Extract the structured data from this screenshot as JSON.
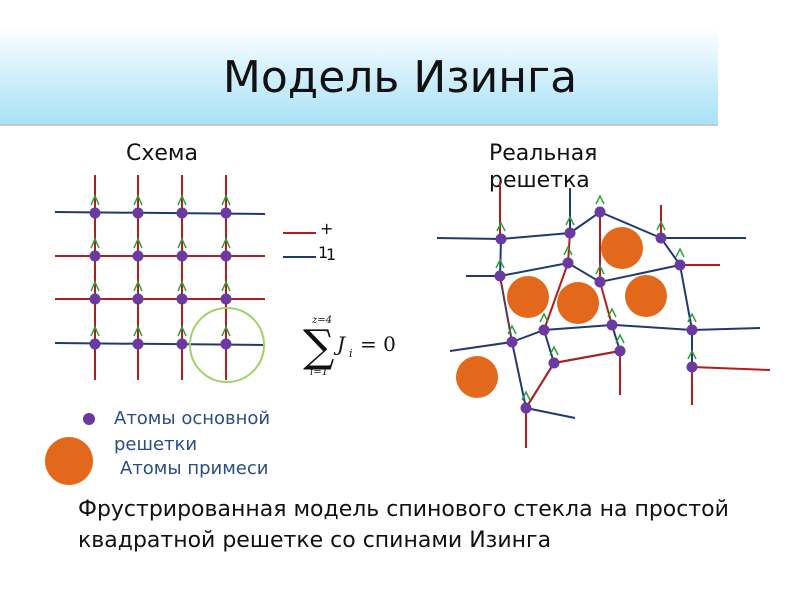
{
  "title": "Модель Изинга",
  "labels": {
    "schema": "Схема",
    "real": "Реальная решетка"
  },
  "spin_legend": {
    "plus": "+",
    "one_a": "1",
    "one_b": "1"
  },
  "formula": {
    "upper": "z=4",
    "lower": "i=1",
    "body": "J",
    "sub": "i",
    "rhs": "= 0"
  },
  "legend": {
    "host_atoms": "Атомы основной решетки",
    "impurity_atoms": "Атомы примеси"
  },
  "caption": "Фрустрированная модель спинового стекла на простой квадратной решетке со спинами Изинга",
  "colors": {
    "red_bond": "#b01e1e",
    "blue_bond": "#1f3a72",
    "atom": "#6a3aa0",
    "spin_arrow": "#2e9e3a",
    "impurity": "#e2691b",
    "highlight_circle": "#9ed36a"
  }
}
